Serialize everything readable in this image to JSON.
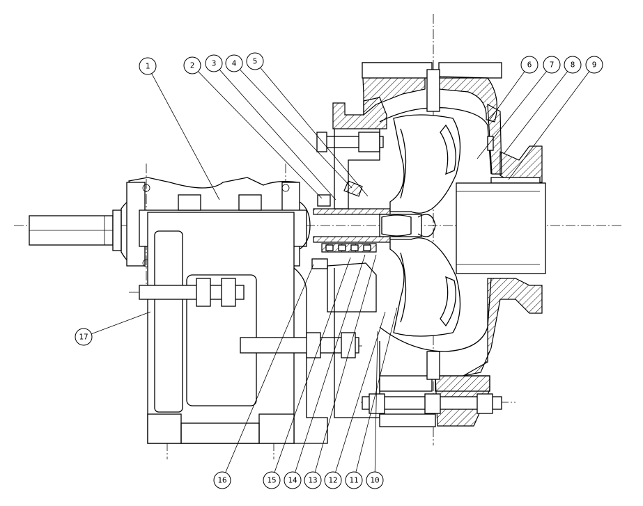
{
  "diagram": {
    "type": "sectional assembly drawing",
    "callouts": [
      {
        "label": "1"
      },
      {
        "label": "2"
      },
      {
        "label": "3"
      },
      {
        "label": "4"
      },
      {
        "label": "5"
      },
      {
        "label": "6"
      },
      {
        "label": "7"
      },
      {
        "label": "8"
      },
      {
        "label": "9"
      },
      {
        "label": "10"
      },
      {
        "label": "11"
      },
      {
        "label": "12"
      },
      {
        "label": "13"
      },
      {
        "label": "14"
      },
      {
        "label": "15"
      },
      {
        "label": "16"
      },
      {
        "label": "17"
      }
    ],
    "colors": {
      "line": "#000000",
      "background": "#ffffff"
    }
  }
}
